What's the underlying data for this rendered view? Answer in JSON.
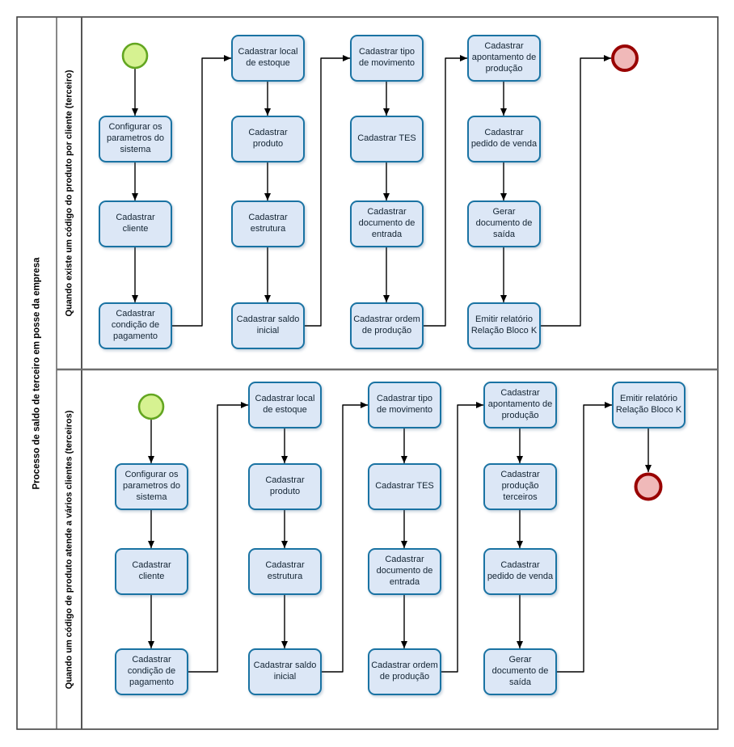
{
  "pool": {
    "title": "Processo de saldo de terceiro em posse da empresa"
  },
  "lane1": {
    "label": "Quando existe um código do produto por cliente (terceiro)",
    "nodes": [
      "Configurar os parametros do sistema",
      "Cadastrar cliente",
      "Cadastrar condição de pagamento",
      "Cadastrar local de estoque",
      "Cadastrar produto",
      "Cadastrar estrutura",
      "Cadastrar saldo inicial",
      "Cadastrar tipo de movimento",
      "Cadastrar TES",
      "Cadastrar documento de entrada",
      "Cadastrar ordem de produção",
      "Cadastrar apontamento de produção",
      "Cadastrar pedido de venda",
      "Gerar documento de saída",
      "Emitir relatório Relação Bloco K"
    ]
  },
  "lane2": {
    "label": "Quando um código de produto atende a vários clientes (terceiros)",
    "nodes": [
      "Configurar os parametros do sistema",
      "Cadastrar cliente",
      "Cadastrar condição de pagamento",
      "Cadastrar local de estoque",
      "Cadastrar produto",
      "Cadastrar estrutura",
      "Cadastrar saldo inicial",
      "Cadastrar tipo de movimento",
      "Cadastrar TES",
      "Cadastrar documento de entrada",
      "Cadastrar ordem de produção",
      "Cadastrar apontamento de produção",
      "Cadastrar produção terceiros",
      "Cadastrar pedido de venda",
      "Gerar documento de saída",
      "Emitir relatório Relação Bloco K"
    ]
  },
  "colors": {
    "task_fill": "#dce7f6",
    "task_border": "#1a73a3",
    "task_text": "#132433",
    "start_event_fill": "#d6f291",
    "start_event_border": "#63a621",
    "end_event_fill": "#f0b9b9",
    "end_event_border": "#990302",
    "flow_line": "#000000",
    "lane_line": "#4a4a4a"
  }
}
